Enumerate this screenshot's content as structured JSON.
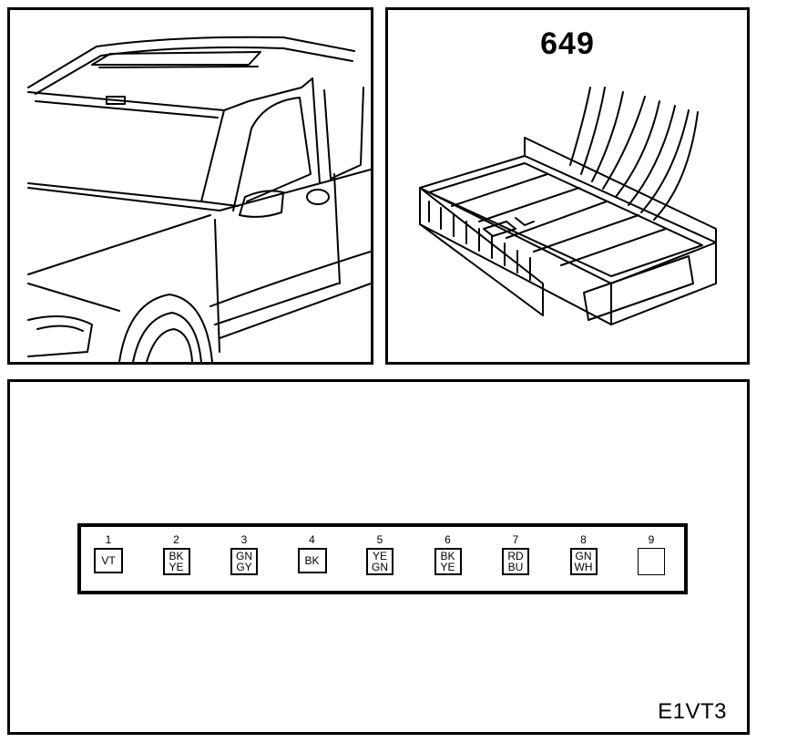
{
  "connector": {
    "number": "649"
  },
  "pins": [
    {
      "num": "1",
      "colors": [
        "VT"
      ]
    },
    {
      "num": "2",
      "colors": [
        "BK",
        "YE"
      ]
    },
    {
      "num": "3",
      "colors": [
        "GN",
        "GY"
      ]
    },
    {
      "num": "4",
      "colors": [
        "BK"
      ]
    },
    {
      "num": "5",
      "colors": [
        "YE",
        "GN"
      ]
    },
    {
      "num": "6",
      "colors": [
        "BK",
        "YE"
      ]
    },
    {
      "num": "7",
      "colors": [
        "RD",
        "BU"
      ]
    },
    {
      "num": "8",
      "colors": [
        "GN",
        "WH"
      ]
    },
    {
      "num": "9",
      "colors": []
    }
  ],
  "diagram_code": "E1VT3"
}
